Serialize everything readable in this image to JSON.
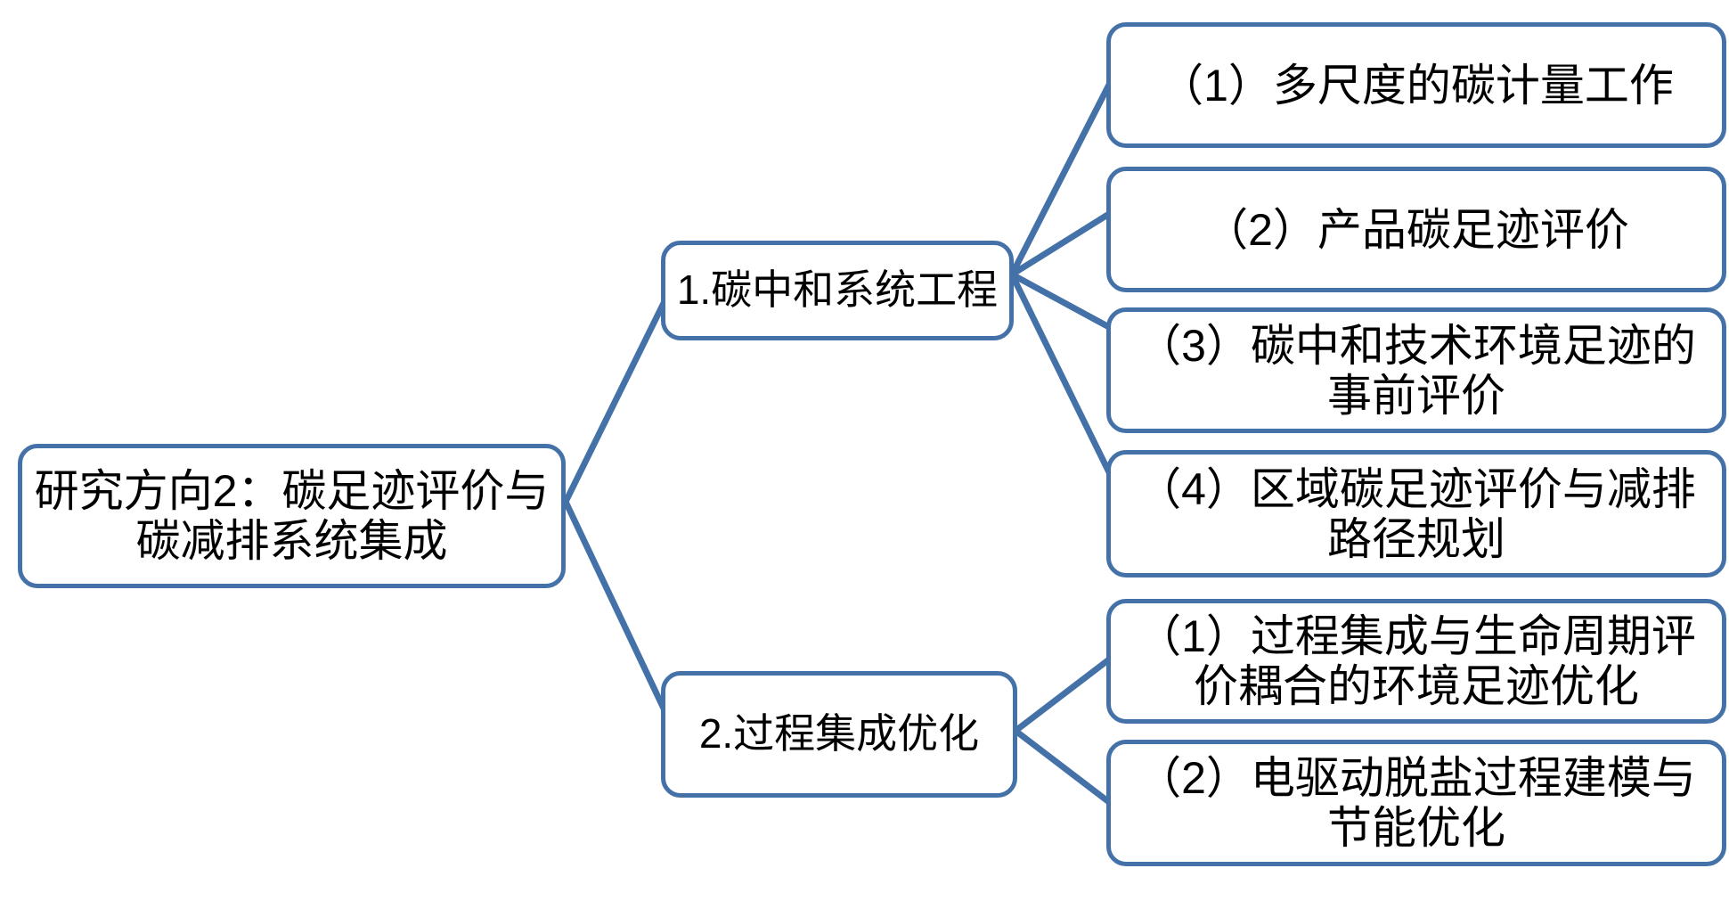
{
  "diagram": {
    "title": "研究方向2：碳足迹评价与碳减排系统集成",
    "type": "mind-map",
    "accent_color": "#4472A8",
    "background_color": "#FFFFFF",
    "text_color": "#000000",
    "root": {
      "id": "root",
      "label": "研究方向2：碳足迹评价与碳减排系统集成"
    },
    "branches": [
      {
        "id": "branch-1",
        "label": "1.碳中和系统工程",
        "children": [
          {
            "id": "branch-1-item-1",
            "label": "（1）多尺度的碳计量工作"
          },
          {
            "id": "branch-1-item-2",
            "label": "（2）产品碳足迹评价"
          },
          {
            "id": "branch-1-item-3",
            "label": "（3）碳中和技术环境足迹的事前评价"
          },
          {
            "id": "branch-1-item-4",
            "label": "（4）区域碳足迹评价与减排路径规划"
          }
        ]
      },
      {
        "id": "branch-2",
        "label": "2.过程集成优化",
        "children": [
          {
            "id": "branch-2-item-1",
            "label": "（1）过程集成与生命周期评价耦合的环境足迹优化"
          },
          {
            "id": "branch-2-item-2",
            "label": "（2）电驱动脱盐过程建模与节能优化"
          }
        ]
      }
    ]
  }
}
